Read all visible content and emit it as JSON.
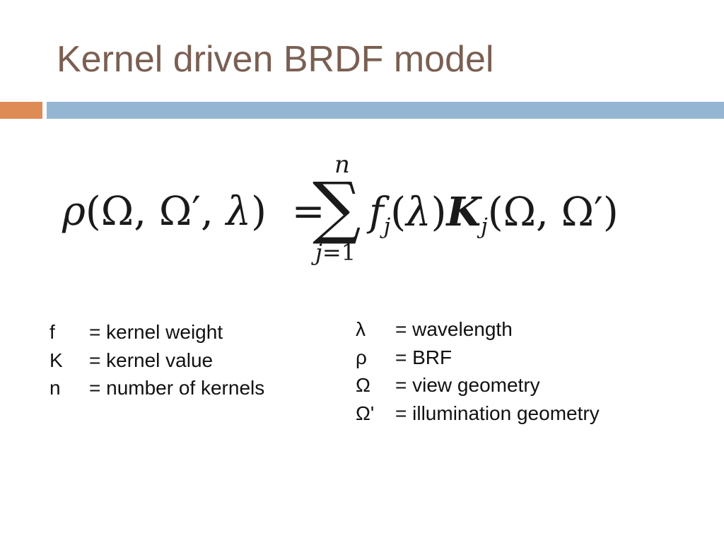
{
  "slide": {
    "title": "Kernel driven BRDF model",
    "colors": {
      "title": "#7a5f52",
      "orange_bar": "#de8b55",
      "blue_bar": "#94b6d2"
    }
  },
  "equation": {
    "lhs": {
      "rho": "ρ",
      "open": "(",
      "omega": "Ω",
      "comma1": ",",
      "omega_prime": "Ω",
      "prime": "′",
      "comma2": ",",
      "lambda": "λ",
      "close": ")"
    },
    "equals": "=",
    "sum": {
      "symbol": "∑",
      "upper": "n",
      "lower_var": "j",
      "lower_eq": "=1"
    },
    "rhs": {
      "f": "f",
      "j1": "j",
      "lparen1": "(",
      "lambda": "λ",
      "rparen1": ")",
      "K": "K",
      "j2": "j",
      "lparen2": "(",
      "omega": "Ω",
      "comma": ",",
      "omega_prime": "Ω",
      "prime": "′",
      "rparen2": ")"
    }
  },
  "legend_left": [
    {
      "symbol": "f",
      "definition": "= kernel weight"
    },
    {
      "symbol": "K",
      "definition": "= kernel value"
    },
    {
      "symbol": "n",
      "definition": "= number of kernels"
    }
  ],
  "legend_right": [
    {
      "symbol": "λ",
      "definition": "= wavelength"
    },
    {
      "symbol": "ρ",
      "definition": "= BRF"
    },
    {
      "symbol": "Ω",
      "definition": "= view geometry"
    },
    {
      "symbol": "Ω'",
      "definition": "= illumination geometry"
    }
  ]
}
